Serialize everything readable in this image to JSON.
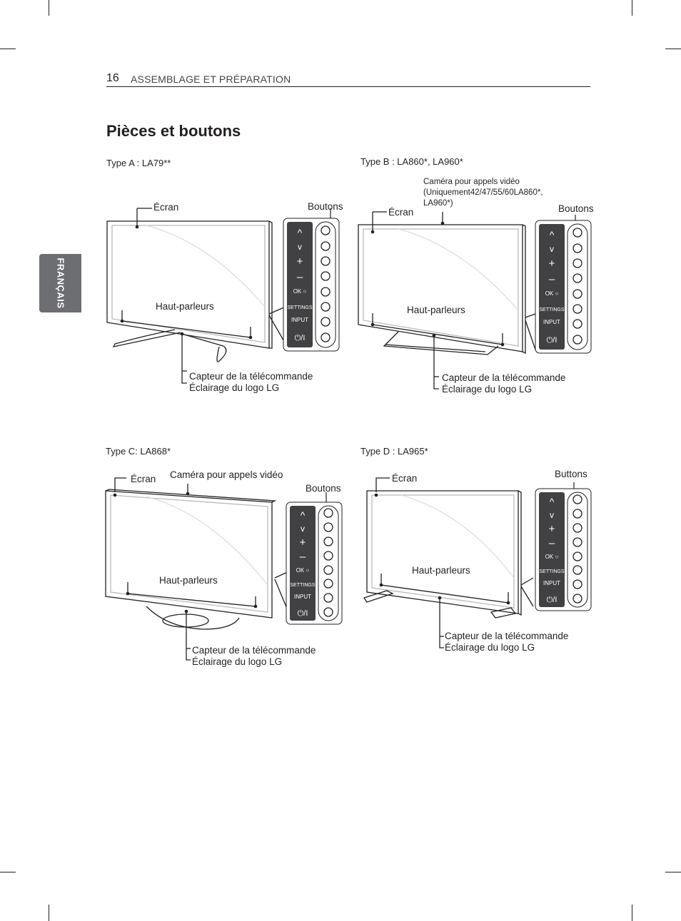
{
  "header": {
    "page_number": "16",
    "section": "ASSEMBLAGE ET PRÉPARATION"
  },
  "language_tab": "FRANÇAIS",
  "title": "Pièces et boutons",
  "panels": {
    "a": {
      "type": "Type A  : LA79**",
      "screen": "Écran",
      "buttons": "Boutons",
      "speakers": "Haut-parleurs",
      "sensor": "Capteur de la télécommande",
      "logo": "Éclairage du logo LG"
    },
    "b": {
      "type": "Type B : LA860*, LA960*",
      "camera": [
        "Caméra pour appels vidéo",
        "(Uniquement42/47/55/60LA860*,",
        "LA960*)"
      ],
      "screen": "Écran",
      "buttons": "Boutons",
      "speakers": "Haut-parleurs",
      "sensor": "Capteur de la télécommande",
      "logo": "Éclairage du logo LG"
    },
    "c": {
      "type": "Type C: LA868*",
      "screen": "Écran",
      "camera": "Caméra pour appels vidéo",
      "buttons": "Boutons",
      "speakers": "Haut-parleurs",
      "sensor": "Capteur de la télécommande",
      "logo": "Éclairage du logo LG"
    },
    "d": {
      "type": "Type D : LA965*",
      "screen": "Écran",
      "buttons": "Buttons",
      "speakers": "Haut-parleurs",
      "sensor": "Capteur de la télécommande",
      "logo": "Éclairage du logo LG"
    }
  },
  "button_panel": {
    "ok": "OK",
    "settings": "SETTINGS",
    "input": "INPUT",
    "plus": "+",
    "minus": "−",
    "power": "⏻/I"
  },
  "colors": {
    "panel_dark": "#414042",
    "text": "#231f20",
    "tab": "#6d6e71"
  }
}
